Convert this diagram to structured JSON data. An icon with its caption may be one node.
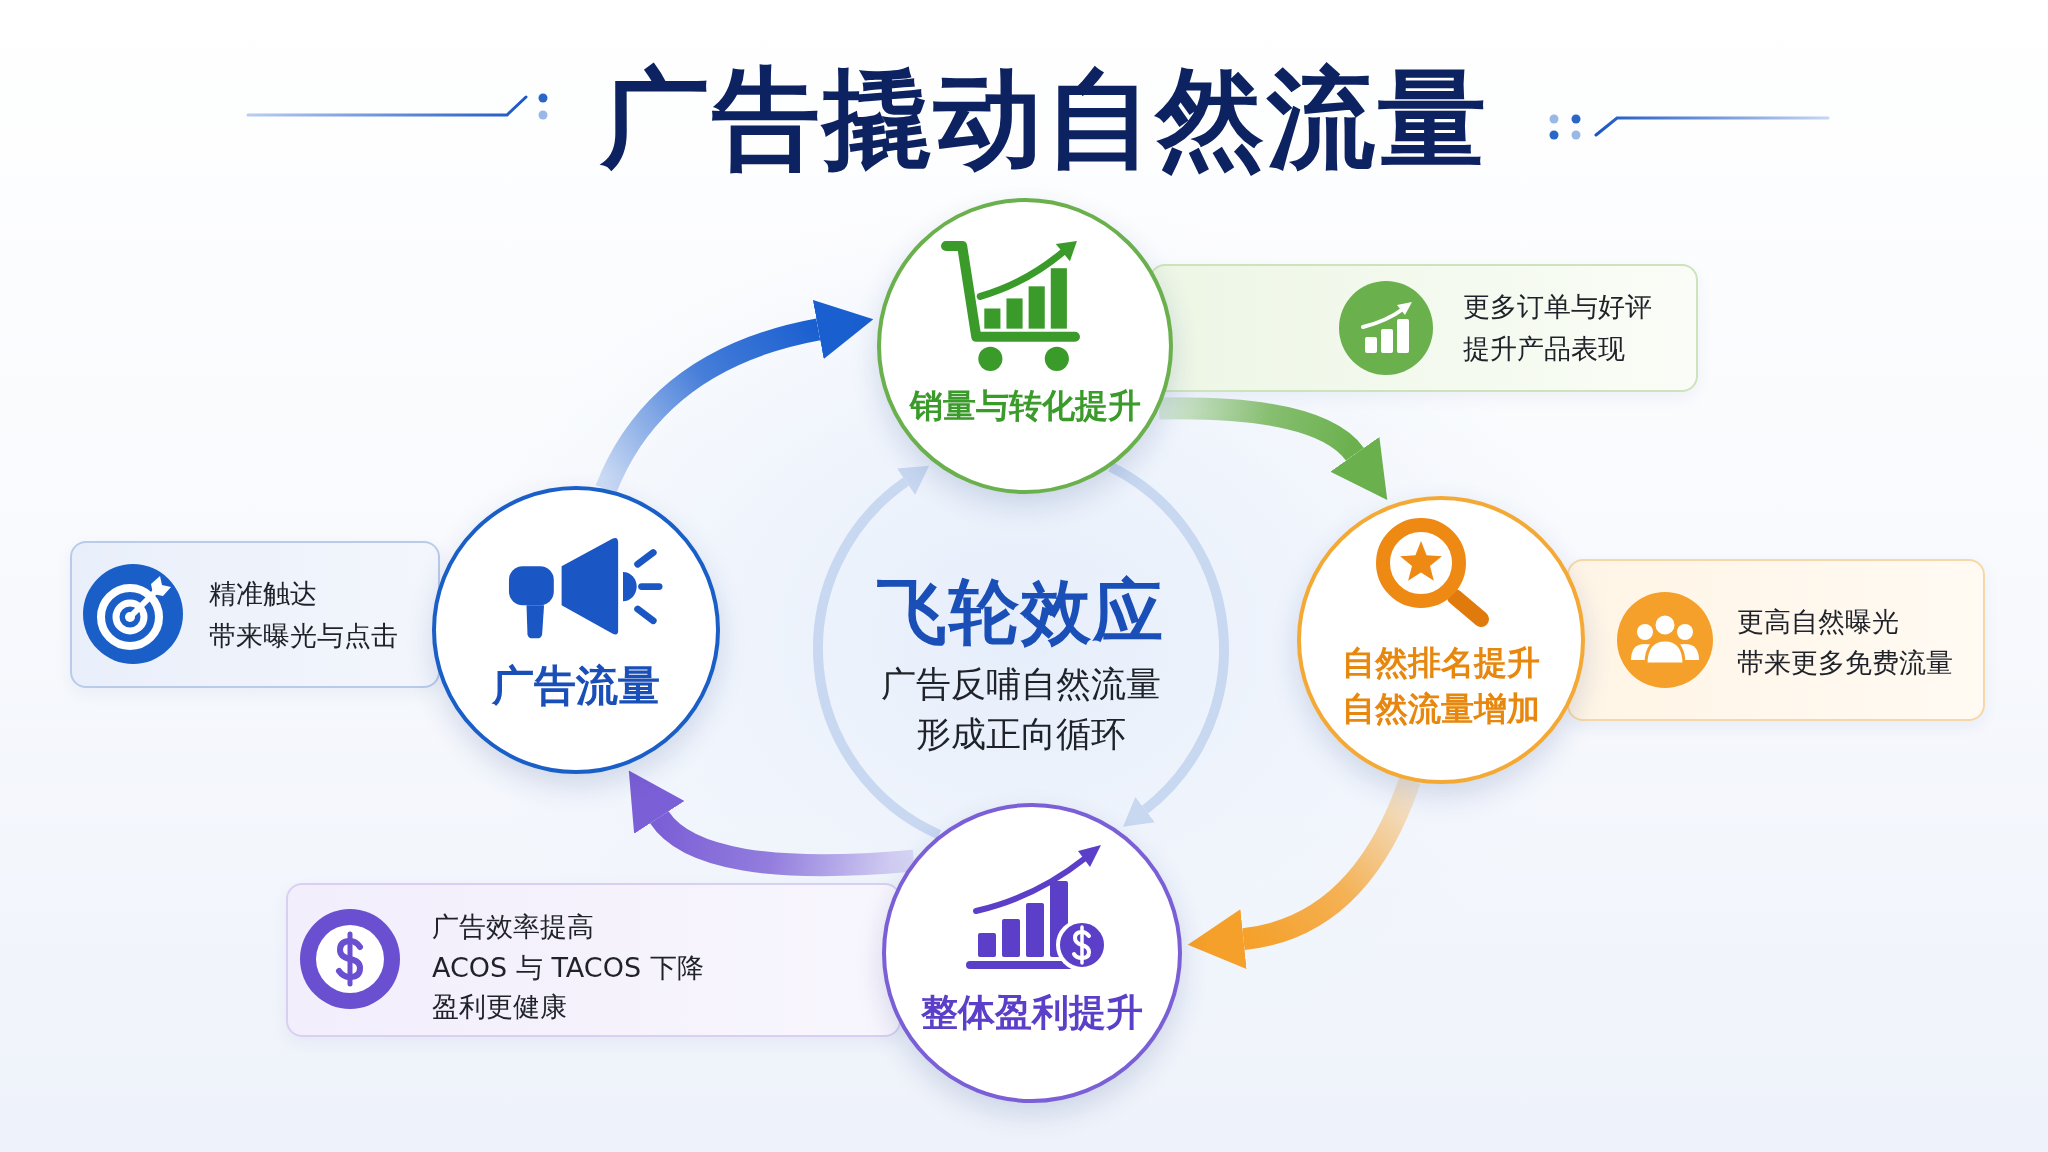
{
  "diagram": {
    "title": "广告撬动自然流量",
    "nodes": [
      {
        "text": [
          "销量与转化提升"
        ]
      },
      {
        "text": [
          "更多订单与好评",
          "提升产品表现"
        ]
      },
      {
        "text": [
          "精准触达",
          "带来曝光与点击"
        ]
      },
      {
        "text": [
          "广告流量"
        ]
      },
      {
        "text": [
          "自然排名提升",
          "自然流量增加"
        ]
      },
      {
        "text": [
          "更高自然曝光",
          "带来更多免费流量"
        ]
      },
      {
        "text": [
          "广告效率提高",
          "ACOS 与 TACOS 下降",
          "盈利更健康"
        ]
      },
      {
        "text": [
          "整体盈利提升"
        ]
      }
    ],
    "edges": [
      {
        "from": 3,
        "to": 0,
        "arrow": "to",
        "color": "#1a5fd0"
      },
      {
        "from": 0,
        "to": 4,
        "arrow": "to",
        "color": "#6ab04c"
      },
      {
        "from": 4,
        "to": 7,
        "arrow": "to",
        "color": "#f5a02a"
      },
      {
        "from": 7,
        "to": 3,
        "arrow": "to",
        "color": "#7b5fd6"
      },
      {
        "from": 7,
        "to": 0,
        "arrow": "to",
        "color": "#c8d8f1"
      },
      {
        "from": 0,
        "to": 7,
        "arrow": "to",
        "color": "#c8d8f1"
      }
    ],
    "labels": [
      "飞轮效应",
      "广告反哺自然流量",
      "形成正向循环"
    ]
  }
}
